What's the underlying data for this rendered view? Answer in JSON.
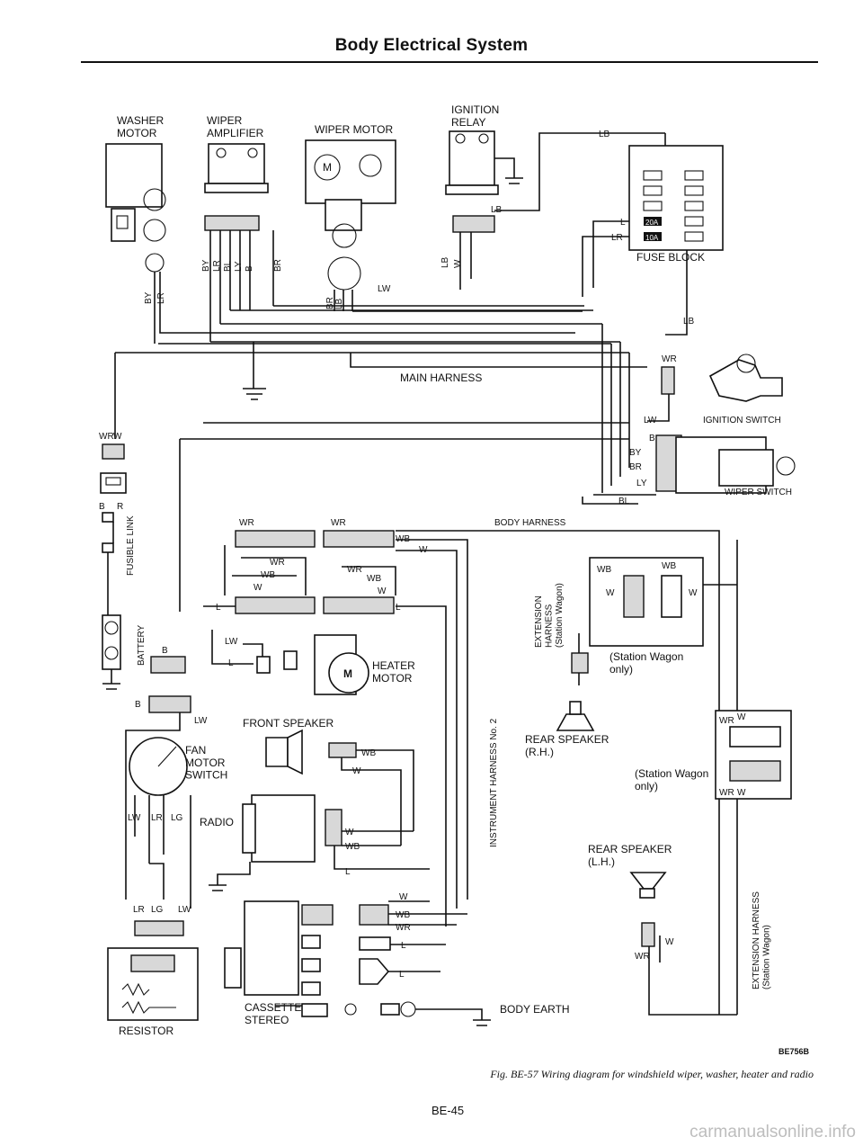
{
  "header": {
    "title": "Body Electrical System"
  },
  "components": {
    "washer_motor": "WASHER\nMOTOR",
    "wiper_amplifier": "WIPER\nAMPLIFIER",
    "wiper_motor": "WIPER MOTOR",
    "ignition_relay": "IGNITION\nRELAY",
    "fuse_block": "FUSE BLOCK",
    "fuse_20a": "20A",
    "fuse_10a": "10A",
    "main_harness": "MAIN HARNESS",
    "ignition_switch": "IGNITION SWITCH",
    "wiper_switch": "WIPER SWITCH",
    "body_harness": "BODY HARNESS",
    "fusible_link": "FUSIBLE LINK",
    "battery": "BATTERY",
    "heater_motor": "HEATER\nMOTOR",
    "motor_m": "M",
    "front_speaker": "FRONT SPEAKER",
    "fan_motor_switch": "FAN\nMOTOR\nSWITCH",
    "radio": "RADIO",
    "cassette_stereo": "CASSETTE\nSTEREO",
    "resistor": "RESISTOR",
    "body_earth": "BODY EARTH",
    "instrument_harness": "INSTRUMENT HARNESS No. 2",
    "extension_harness_left": "EXTENSION\nHARNESS\n(Station Wagon)",
    "extension_harness_right": "EXTENSION HARNESS\n(Station Wagon)",
    "station_wagon_only_1": "(Station Wagon\nonly)",
    "station_wagon_only_2": "(Station Wagon\nonly)",
    "rear_speaker_rh": "REAR SPEAKER\n(R.H.)",
    "rear_speaker_lh": "REAR SPEAKER\n(L.H.)"
  },
  "wire_codes": {
    "lb": "LB",
    "l": "L",
    "lr": "LR",
    "lw": "LW",
    "w": "W",
    "wb": "WB",
    "wr": "WR",
    "by": "BY",
    "br": "BR",
    "bl": "BL",
    "ly": "LY",
    "lg": "LG",
    "b": "B",
    "r": "R",
    "lrs": "LR"
  },
  "figure": {
    "code": "BE756B",
    "caption": "Fig. BE-57 Wiring diagram for windshield wiper, washer, heater and radio"
  },
  "page": {
    "number": "BE-45"
  },
  "watermark": "carmanualsonline.info"
}
